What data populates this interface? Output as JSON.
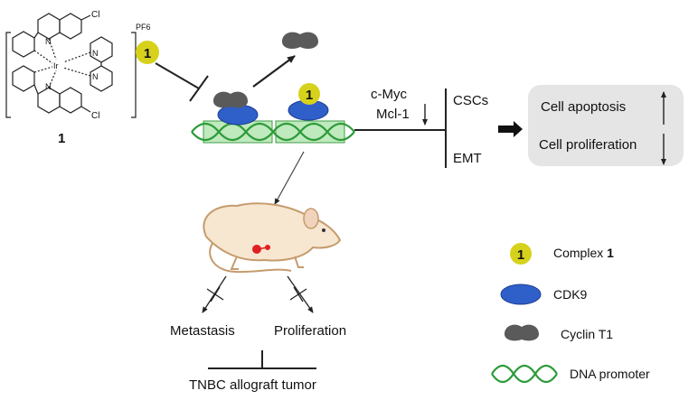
{
  "complex_badge": "1",
  "compound_label": "1",
  "counterion": "PF6",
  "atoms": {
    "chloride": "Cl",
    "nitrogen": "N",
    "iridium": "Ir"
  },
  "pathway": {
    "cmyc": "c-Myc",
    "mcl1": "Mcl-1",
    "cscs": "CSCs",
    "emt": "EMT"
  },
  "outcomes": {
    "apoptosis": "Cell apoptosis",
    "proliferation": "Cell proliferation"
  },
  "in_vivo": {
    "metastasis": "Metastasis",
    "proliferation": "Proliferation",
    "tumor": "TNBC allograft tumor"
  },
  "legend": {
    "complex_prefix": "Complex ",
    "complex_number": "1",
    "cdk9": "CDK9",
    "cyclin": "Cyclin T1",
    "dna": "DNA promoter"
  },
  "colors": {
    "complex_yellow": "#d6d21c",
    "cdk9_blue": "#2f5fc9",
    "cyclin_gray": "#5a5a5a",
    "dna_green": "#2e9b3a",
    "box_green": "#bfeabd",
    "outcome_box": "#e5e5e5",
    "mouse_body": "#f7e6d0",
    "tumor_red": "#e02020"
  }
}
